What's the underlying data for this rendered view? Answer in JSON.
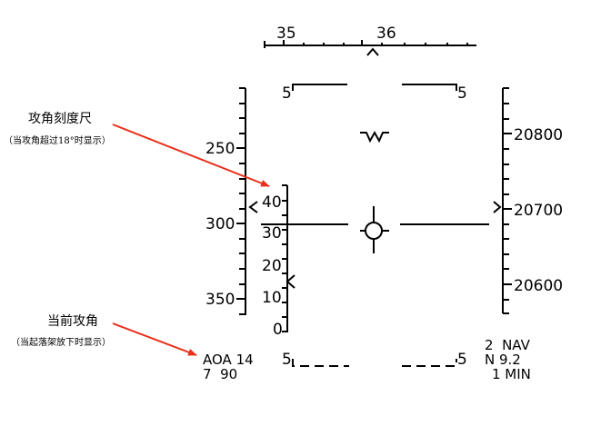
{
  "heading": {
    "labels": [
      "35",
      "36"
    ]
  },
  "speed_scale": {
    "labels": [
      "250",
      "300",
      "350"
    ]
  },
  "altitude_scale": {
    "labels": [
      "20800",
      "20700",
      "20600"
    ]
  },
  "aoa_scale": {
    "labels": [
      "40",
      "30",
      "20",
      "10",
      "0"
    ]
  },
  "pitch_marks": {
    "upper_left": "5",
    "upper_right": "5",
    "lower_left": "5",
    "lower_right": "5"
  },
  "aoa_readout": {
    "line1": "AOA 14",
    "line2": "7  90"
  },
  "nav_readout": {
    "line1": "2  NAV",
    "line2": "N 9.2",
    "line3": "1 MIN"
  },
  "annotations": {
    "aoa_scale_title": "攻角刻度尺",
    "aoa_scale_note": "（当攻角超过18°时显示）",
    "current_aoa_title": "当前攻角",
    "current_aoa_note": "（当起落架放下时显示）"
  },
  "colors": {
    "hud": "#000000",
    "arrow": "#e8301c",
    "background": "#ffffff"
  }
}
